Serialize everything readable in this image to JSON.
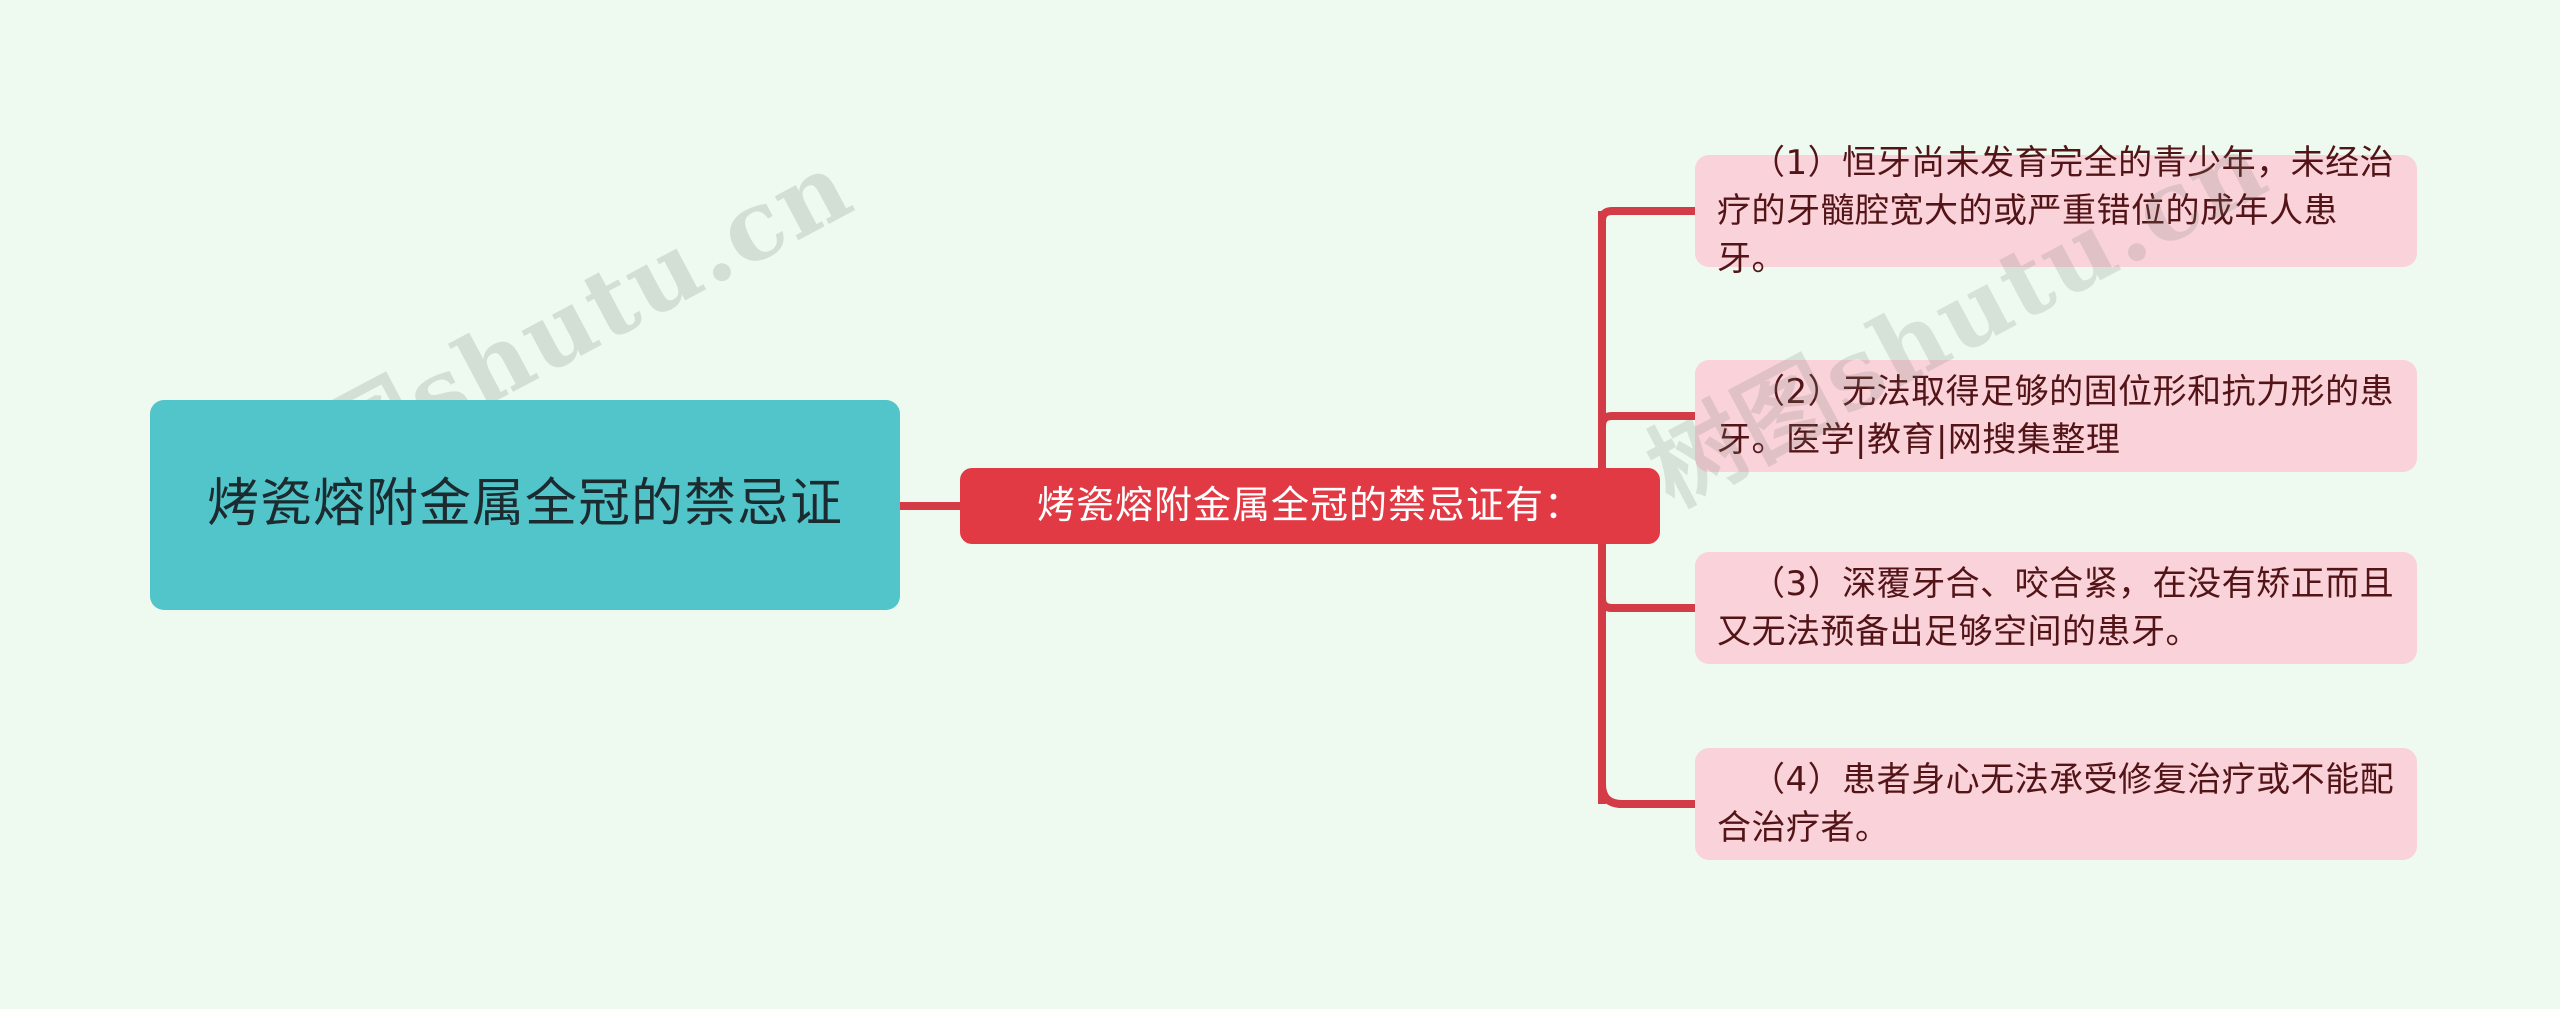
{
  "diagram": {
    "type": "mindmap",
    "background_color": "#eef9ef",
    "root": {
      "label": "烤瓷熔附金属全冠的禁忌证",
      "color": "#52c5ca",
      "text_color": "#1c2b30"
    },
    "branch": {
      "label": "烤瓷熔附金属全冠的禁忌证有：",
      "color": "#e13a44",
      "text_color": "#ffffff"
    },
    "connector_color": "#d33c46",
    "leaves": [
      {
        "label": "（1）恒牙尚未发育完全的青少年，未经治疗的牙髓腔宽大的或严重错位的成年人患牙。",
        "color": "#fad2da",
        "text_color": "#521416"
      },
      {
        "label": "（2）无法取得足够的固位形和抗力形的患牙。医学|教育|网搜集整理",
        "color": "#fad2da",
        "text_color": "#521416"
      },
      {
        "label": "（3）深覆牙合、咬合紧，在没有矫正而且又无法预备出足够空间的患牙。",
        "color": "#fad2da",
        "text_color": "#521416"
      },
      {
        "label": "（4）患者身心无法承受修复治疗或不能配合治疗者。",
        "color": "#fad2da",
        "text_color": "#521416"
      }
    ]
  },
  "watermark": {
    "text_left": "树图shutu.cn",
    "text_right": "树图shutu.cn"
  }
}
